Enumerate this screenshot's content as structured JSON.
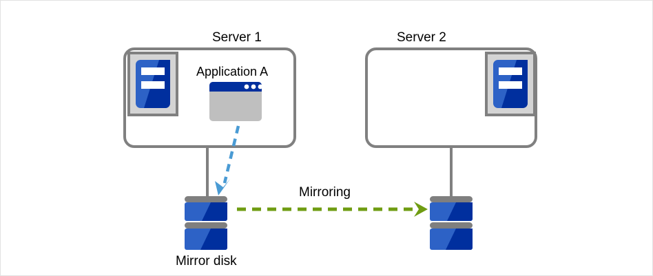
{
  "diagram": {
    "title_visible": false,
    "background": "#ffffff",
    "frame_border_color": "#e2e2e2",
    "colors": {
      "box_stroke": "#808080",
      "connector": "#808080",
      "server_icon_frame": "#808080",
      "server_icon_bg": "#d4d4d4",
      "blue_light": "#2d62c6",
      "blue_dark": "#002f9e",
      "app_window_body": "#bfbfbf",
      "app_window_titlebar": "#002f9e",
      "disk_band": "#7f7f7f",
      "arrow_write": "#4a9bd4",
      "arrow_mirror": "#6f9c12",
      "text": "#000000"
    },
    "servers": [
      {
        "name": "server-1",
        "label": "Server 1",
        "icon_side": "left",
        "application": {
          "label": "Application  A",
          "icon": "app-window-icon",
          "dots": 3
        },
        "disk": {
          "label": "Mirror disk",
          "icon": "disk-stack-icon",
          "platters": 2
        },
        "write_arrow": {
          "style": "dashed",
          "color": "#4a9bd4",
          "direction": "down",
          "from": "application-a",
          "to": "mirror-disk"
        }
      },
      {
        "name": "server-2",
        "label": "Server 2",
        "icon_side": "right",
        "application": null,
        "disk": {
          "label": "",
          "icon": "disk-stack-icon",
          "platters": 2
        },
        "write_arrow": null
      }
    ],
    "mirroring": {
      "label": "Mirroring",
      "style": "dashed",
      "color": "#6f9c12",
      "direction": "right",
      "from": "server-1-disk",
      "to": "server-2-disk"
    }
  }
}
